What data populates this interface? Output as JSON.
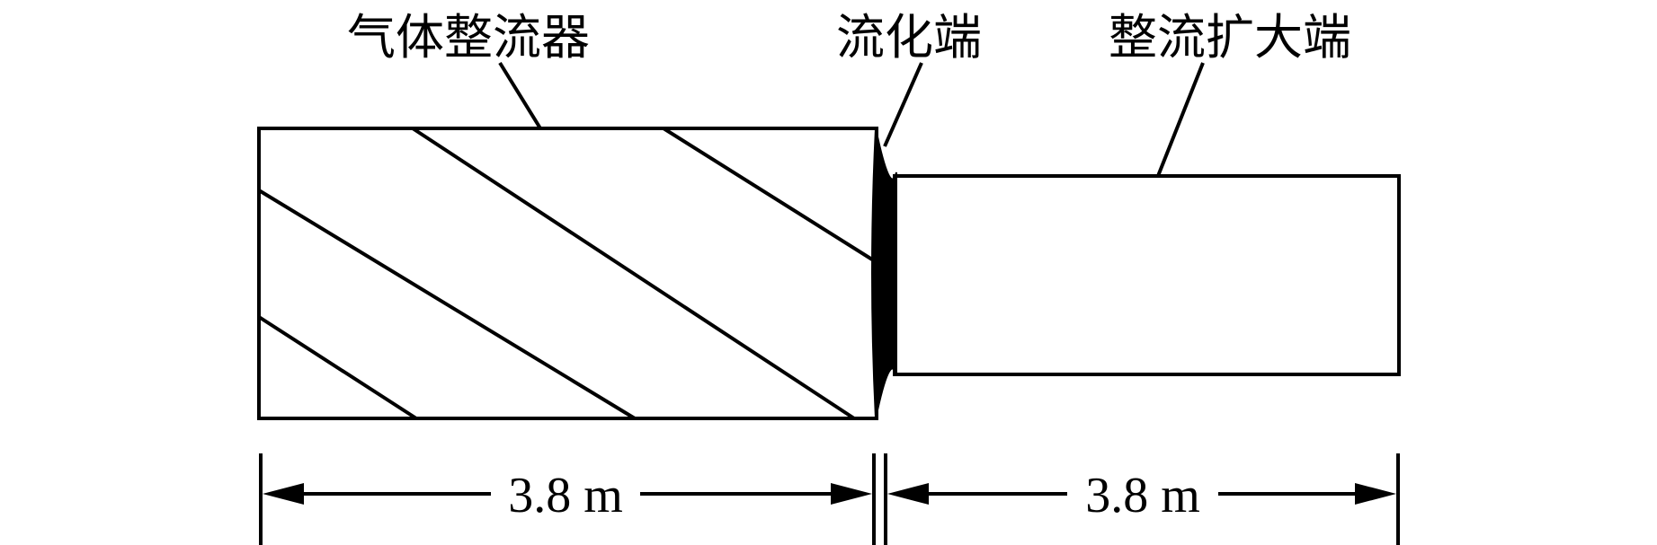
{
  "labels": {
    "rectifier": "气体整流器",
    "fluidizing_end": "流化端",
    "expansion_end": "整流扩大端"
  },
  "dimensions": {
    "left_length": "3.8 m",
    "right_length": "3.8 m"
  },
  "colors": {
    "stroke": "#000000",
    "background": "#ffffff"
  }
}
